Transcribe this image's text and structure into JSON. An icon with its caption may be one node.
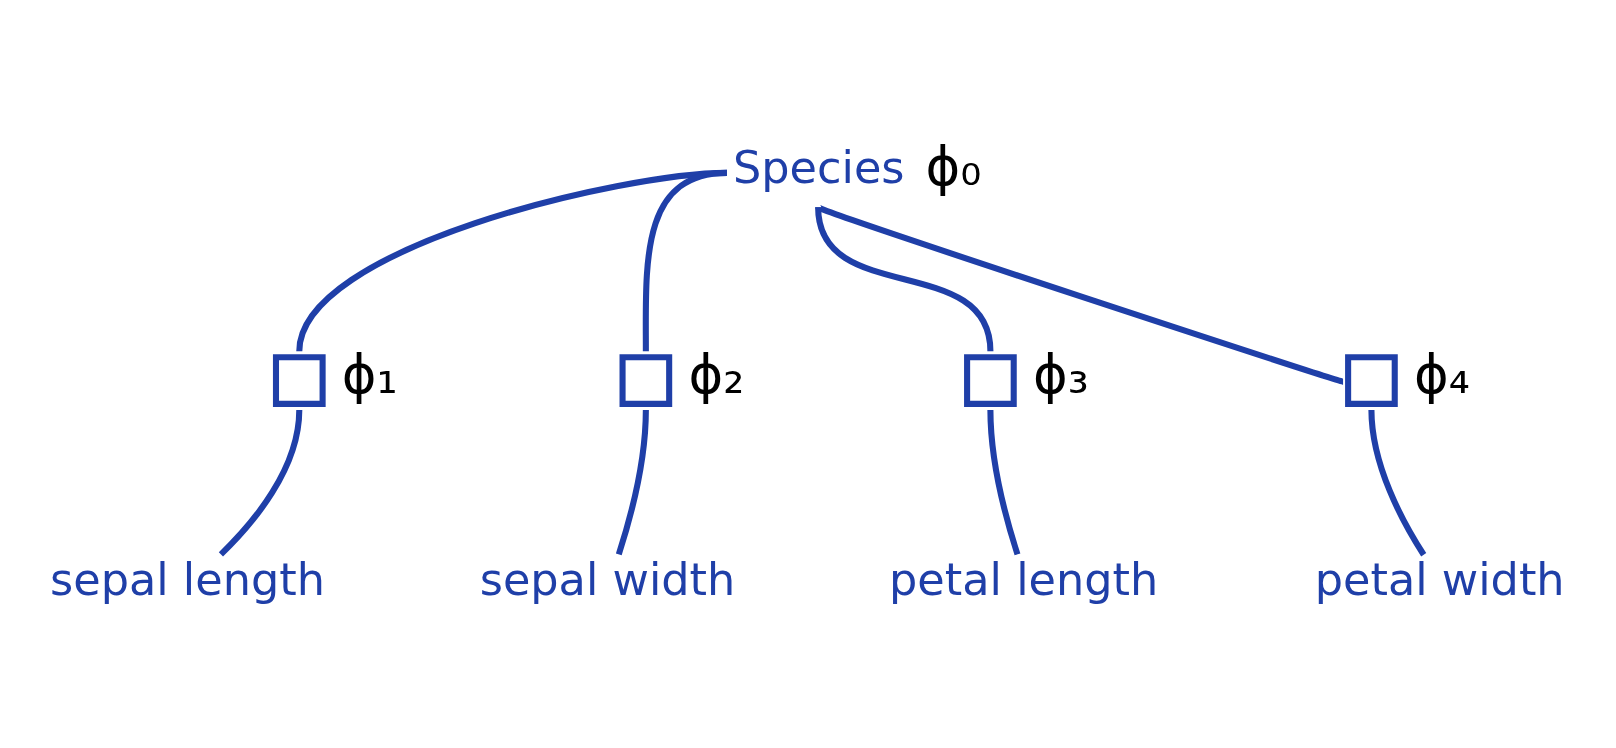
{
  "diagram": {
    "nodes": [
      {
        "text": [
          "Species"
        ],
        "beside": [
          "ϕ₀"
        ]
      },
      {
        "text": [],
        "shape": "box",
        "beside": [
          "ϕ₁"
        ]
      },
      {
        "text": [],
        "shape": "box",
        "beside": [
          "ϕ₂"
        ]
      },
      {
        "text": [],
        "shape": "box",
        "beside": [
          "ϕ₃"
        ]
      },
      {
        "text": [],
        "shape": "box",
        "beside": [
          "ϕ₄"
        ]
      },
      {
        "text": [
          "sepal length"
        ]
      },
      {
        "text": [
          "sepal width"
        ]
      },
      {
        "text": [
          "petal length"
        ]
      },
      {
        "text": [
          "petal width"
        ]
      }
    ],
    "edges": [
      {
        "from": 0,
        "to": 1,
        "arrow": "none"
      },
      {
        "from": 0,
        "to": 2,
        "arrow": "none"
      },
      {
        "from": 0,
        "to": 3,
        "arrow": "none"
      },
      {
        "from": 0,
        "to": 4,
        "arrow": "none"
      },
      {
        "from": 1,
        "to": 5,
        "arrow": "none"
      },
      {
        "from": 2,
        "to": 6,
        "arrow": "none"
      },
      {
        "from": 3,
        "to": 7,
        "arrow": "none"
      },
      {
        "from": 4,
        "to": 8,
        "arrow": "none"
      }
    ]
  }
}
